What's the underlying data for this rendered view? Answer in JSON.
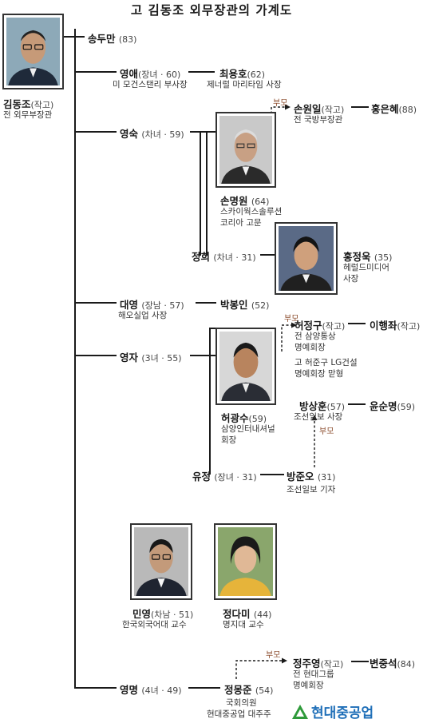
{
  "title": "고 김동조 외무장관의 가계도",
  "root": {
    "name": "김동조",
    "extra": "(작고)",
    "role": "전 외무부장관"
  },
  "colors": {
    "line": "#1a1a1a",
    "bumo": "#8a4a2a",
    "logo_blue": "#1f6fb8",
    "logo_green": "#2e9a3a"
  },
  "persons": {
    "song": {
      "name": "송두만",
      "extra": "(83)"
    },
    "youngae": {
      "name": "영애",
      "extra": "(장녀 · 60)",
      "role": "미 모건스탠리 부사장"
    },
    "choi": {
      "name": "최용호",
      "extra": "(62)",
      "role": "제너럴 마리타임 사장"
    },
    "youngsuk": {
      "name": "영숙",
      "extra": "(차녀 · 59)"
    },
    "sonwon": {
      "name": "손원일",
      "extra": "(작고)",
      "role": "전 국방부장관"
    },
    "hong": {
      "name": "홍은혜",
      "extra": "(88)"
    },
    "sonmyung": {
      "name": "손명원",
      "extra": "(64)",
      "role1": "스카이웍스솔루션",
      "role2": "코리아 고문"
    },
    "junghee": {
      "name": "정희",
      "extra": "(차녀 · 31)"
    },
    "hongjung": {
      "name": "홍정욱",
      "extra": "(35)",
      "role1": "헤럴드미디어",
      "role2": "사장"
    },
    "daeyoung": {
      "name": "대영",
      "extra": "(장남 · 57)",
      "role": "해오실업 사장"
    },
    "park": {
      "name": "박봉인",
      "extra": "(52)"
    },
    "youngja": {
      "name": "영자",
      "extra": "(3녀 · 55)"
    },
    "heojung": {
      "name": "허정구",
      "extra": "(작고)",
      "role1": "전 삼양통상",
      "role2": "명예회장",
      "role3": "고 허준구 LG건설",
      "role4": "명예회장 맏형"
    },
    "lee": {
      "name": "이행좌",
      "extra": "(작고)"
    },
    "heogwang": {
      "name": "허광수",
      "extra": "(59)",
      "role1": "삼양인터내셔널",
      "role2": "회장"
    },
    "bangsang": {
      "name": "방상훈",
      "extra": "(57)",
      "role": "조선일보 사장"
    },
    "yoon": {
      "name": "윤순명",
      "extra": "(59)"
    },
    "yujung": {
      "name": "유정",
      "extra": "(장녀 · 31)"
    },
    "bangjun": {
      "name": "방준오",
      "extra": "(31)",
      "role": "조선일보 기자"
    },
    "minyoung": {
      "name": "민영",
      "extra": "(차남 · 51)",
      "role": "한국외국어대 교수"
    },
    "jungdami": {
      "name": "정다미",
      "extra": "(44)",
      "role": "명지대 교수"
    },
    "youngmyung": {
      "name": "영명",
      "extra": "(4녀 · 49)"
    },
    "jungjuyoung": {
      "name": "정주영",
      "extra": "(작고)",
      "role1": "전 현대그룹",
      "role2": "명예회장"
    },
    "byun": {
      "name": "변중석",
      "extra": "(84)"
    },
    "jungmong": {
      "name": "정몽준",
      "extra": "(54)",
      "role1": "국회의원",
      "role2": "현대중공업 대주주"
    }
  },
  "labels": {
    "bumo": "부모"
  },
  "logo": {
    "text": "현대중공업",
    "icon": "hyundai-heavy-triangle-icon"
  },
  "icons": {
    "portrait": "portrait-icon"
  }
}
